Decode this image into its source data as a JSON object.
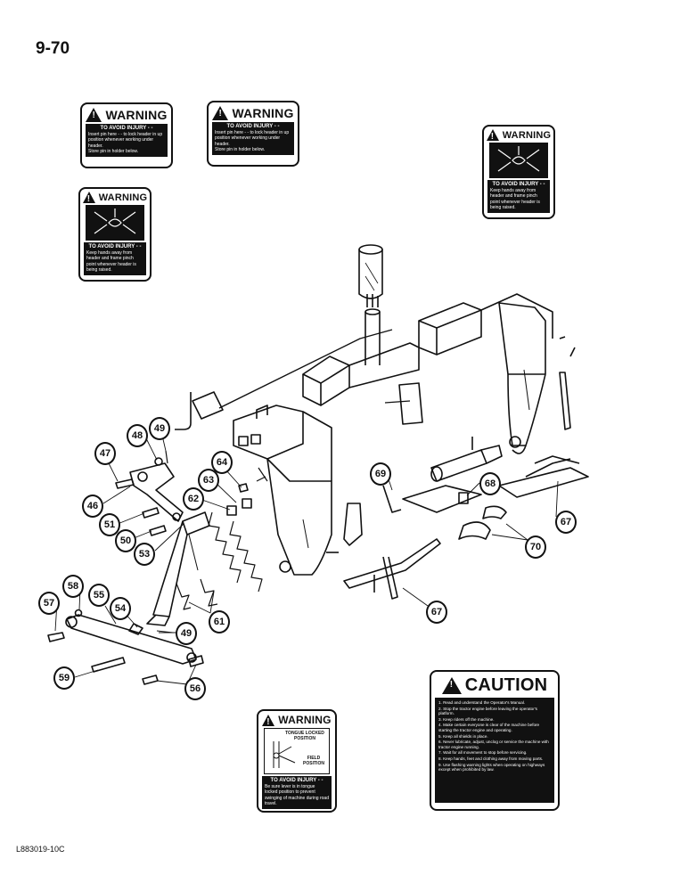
{
  "page_number": "9-70",
  "reference_code": "L883019-10C",
  "decals": {
    "warning_pin": {
      "header": "WARNING",
      "subhead": "TO AVOID INJURY - -",
      "line1": "Insert pin here - - to lock header in up position whenever working under header.",
      "line2": "Store pin in holder below."
    },
    "warning_pin_2": {
      "header": "WARNING",
      "subhead": "TO AVOID INJURY - -",
      "line1": "Insert pin here - - to lock header in up position whenever working under header.",
      "line2": "Store pin in holder below."
    },
    "warning_hands_left": {
      "header": "WARNING",
      "subhead": "TO AVOID INJURY - -",
      "text": "Keep hands away from header and frame pinch point whenever header is being raised."
    },
    "warning_hands_right": {
      "header": "WARNING",
      "subhead": "TO AVOID INJURY - -",
      "text": "Keep hands away from header and frame pinch point whenever header is being raised."
    },
    "warning_tongue": {
      "header": "WARNING",
      "tongue_locked": "TONGUE LOCKED POSITION",
      "field_position": "FIELD POSITION",
      "subhead": "TO AVOID INJURY - -",
      "text": "Be sure lever is in tongue locked position to prevent swinging of machine during road travel."
    },
    "caution": {
      "header": "CAUTION",
      "items": [
        "1. Read and understand the Operator's Manual.",
        "2. Stop the tractor engine before leaving the operator's platform.",
        "3. Keep riders off the machine.",
        "4. Make certain everyone is clear of the machine before starting the tractor engine and operating.",
        "5. Keep all shields in place.",
        "6. Never lubricate, adjust, unclog or service the machine with tractor engine running.",
        "7. Wait for all movement to stop before servicing.",
        "8. Keep hands, feet and clothing away from moving parts.",
        "9. Use flashing warning lights when operating on highways except when prohibited by law."
      ]
    }
  },
  "callouts": {
    "c47": "47",
    "c48": "48",
    "c49a": "49",
    "c46": "46",
    "c51": "51",
    "c50": "50",
    "c64": "64",
    "c63": "63",
    "c62": "62",
    "c53": "53",
    "c61": "61",
    "c57": "57",
    "c58": "58",
    "c55": "55",
    "c54": "54",
    "c49b": "49",
    "c59": "59",
    "c56": "56",
    "c69": "69",
    "c68": "68",
    "c67a": "67",
    "c70": "70",
    "c67b": "67"
  }
}
